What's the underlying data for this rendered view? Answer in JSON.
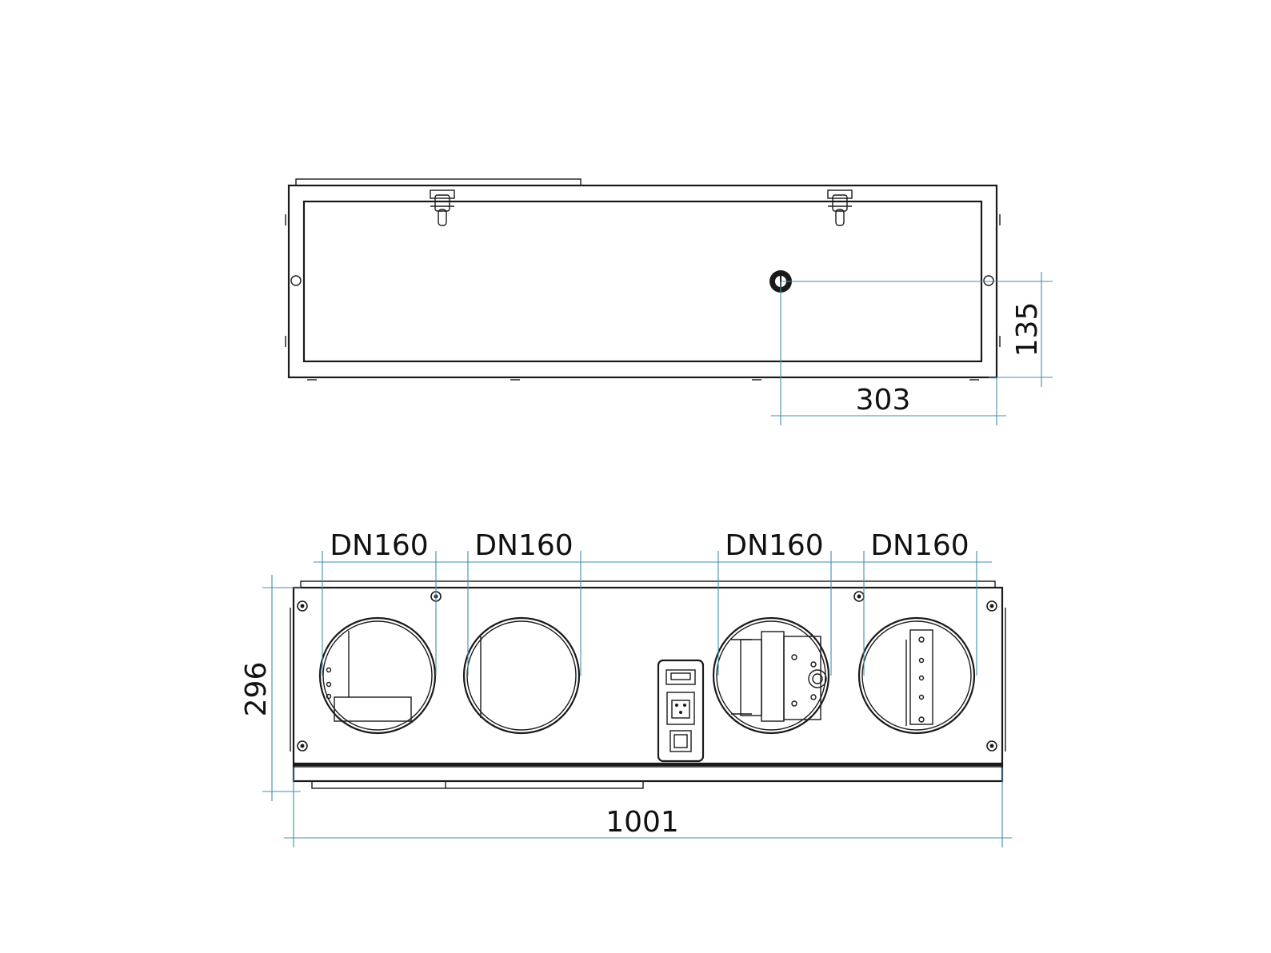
{
  "dimensions": {
    "top_view": {
      "height_offset": "135",
      "horizontal_offset": "303"
    },
    "front_view": {
      "height": "296",
      "width": "1001",
      "duct_labels": [
        "DN160",
        "DN160",
        "DN160",
        "DN160"
      ]
    }
  },
  "colors": {
    "outline": "#1a1a1a",
    "dimension_line": "#3d8fb0",
    "text": "#111111"
  }
}
